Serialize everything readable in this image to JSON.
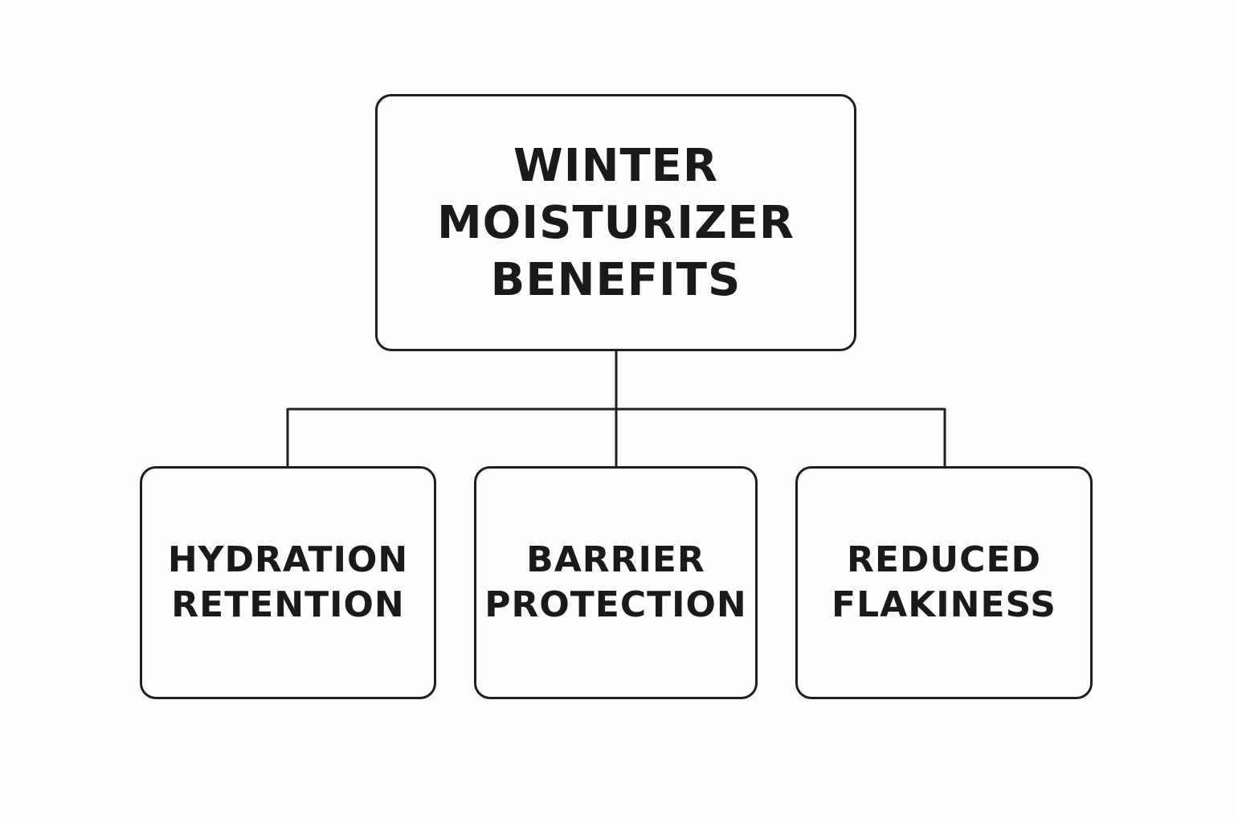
{
  "diagram": {
    "root": {
      "lines": [
        "WINTER",
        "MOISTURIZER",
        "BENEFITS"
      ]
    },
    "children": [
      {
        "lines": [
          "HYDRATION",
          "RETENTION"
        ]
      },
      {
        "lines": [
          "BARRIER",
          "PROTECTION"
        ]
      },
      {
        "lines": [
          "REDUCED",
          "FLAKINESS"
        ]
      }
    ]
  },
  "colors": {
    "stroke": "#1f1f1f",
    "text": "#1a1a1a",
    "background": "#fdfdfb"
  }
}
